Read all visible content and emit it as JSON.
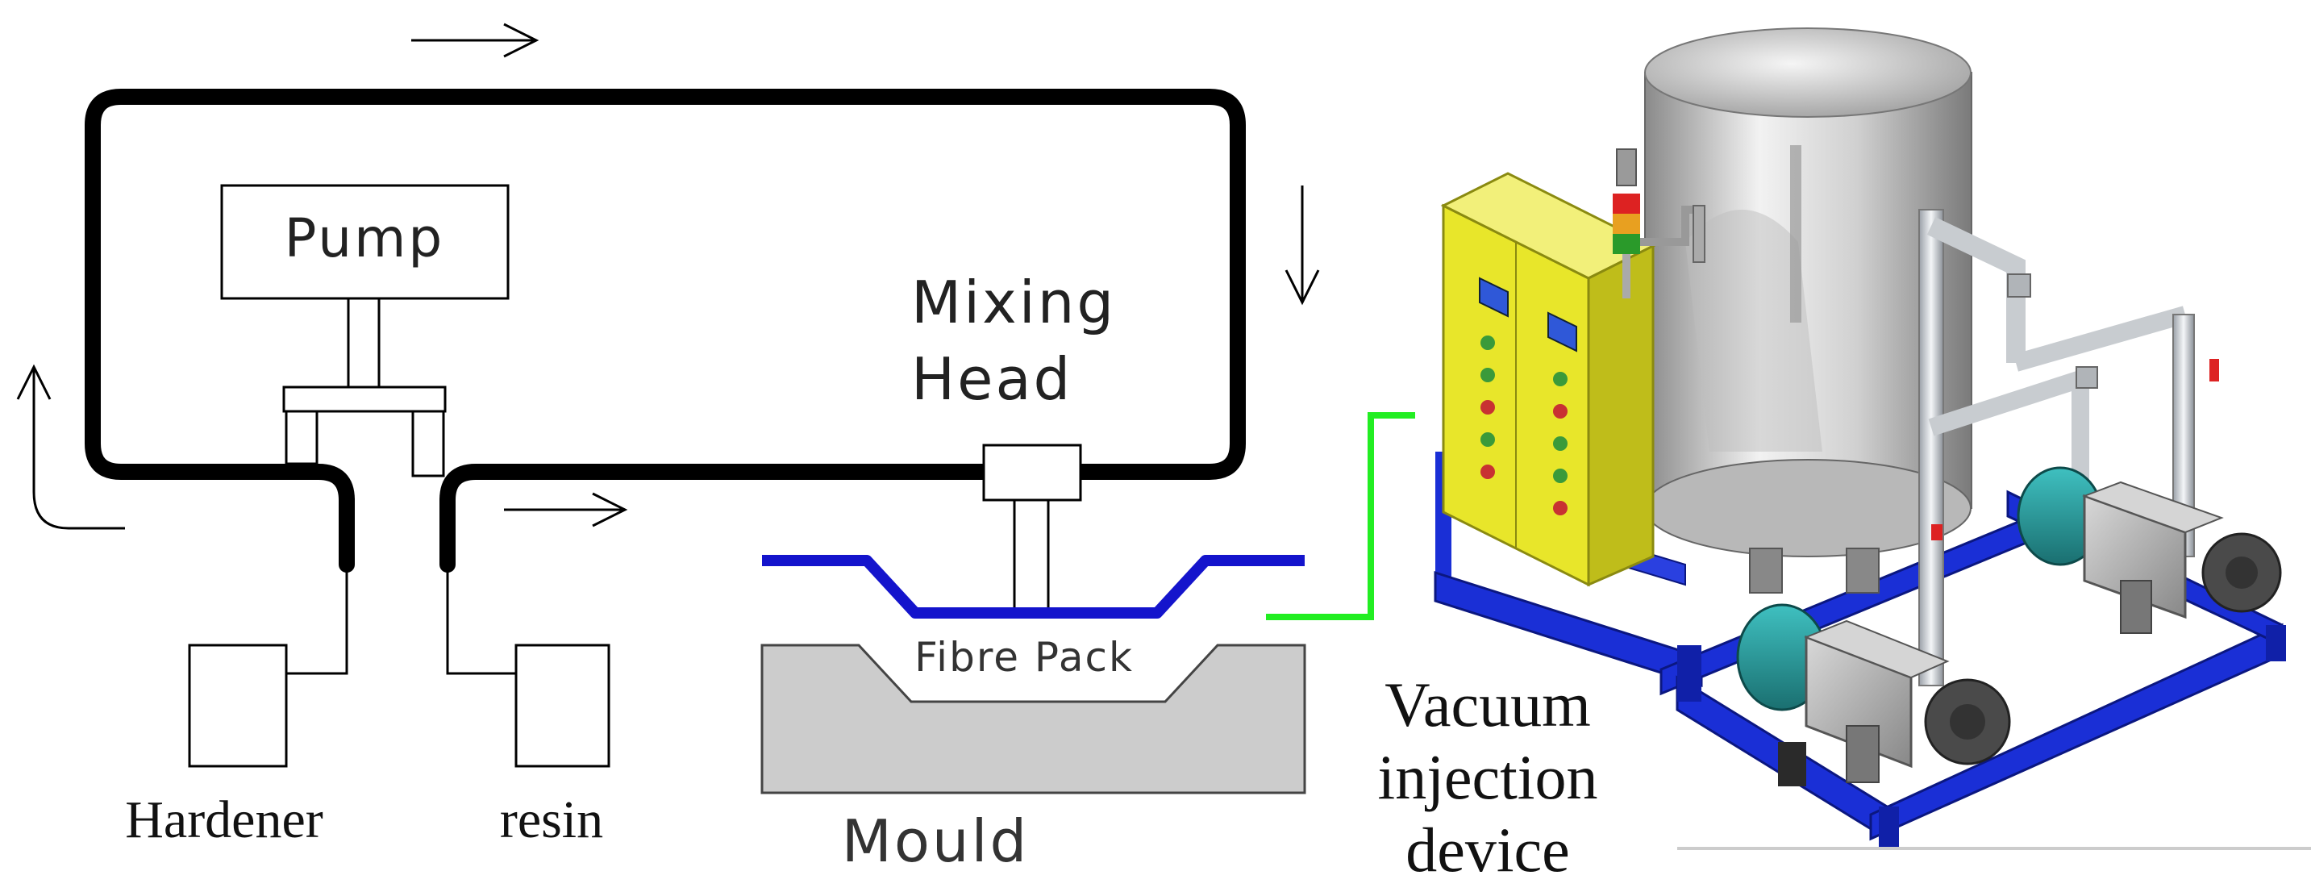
{
  "labels": {
    "pump": "Pump",
    "mixing_head_line1": "Mixing",
    "mixing_head_line2": "Head",
    "fibre_pack": "Fibre Pack",
    "mould": "Mould",
    "hardener": "Hardener",
    "resin": "resin",
    "vacuum_line1": "Vacuum",
    "vacuum_line2": "injection",
    "vacuum_line3": "device"
  },
  "colors": {
    "loop_pipe": "#000000",
    "vacuum_bag": "#1414cc",
    "mould": "#cccccc",
    "vacuum_line": "#22ee22",
    "frame": "#1a2fd6",
    "cabinet": "#e8e62a",
    "tank": "#d2d2d2",
    "pump_motor": "#2a9a9a"
  },
  "icons": [
    "arrow-right-icon",
    "arrow-down-icon",
    "arrow-up-icon"
  ]
}
